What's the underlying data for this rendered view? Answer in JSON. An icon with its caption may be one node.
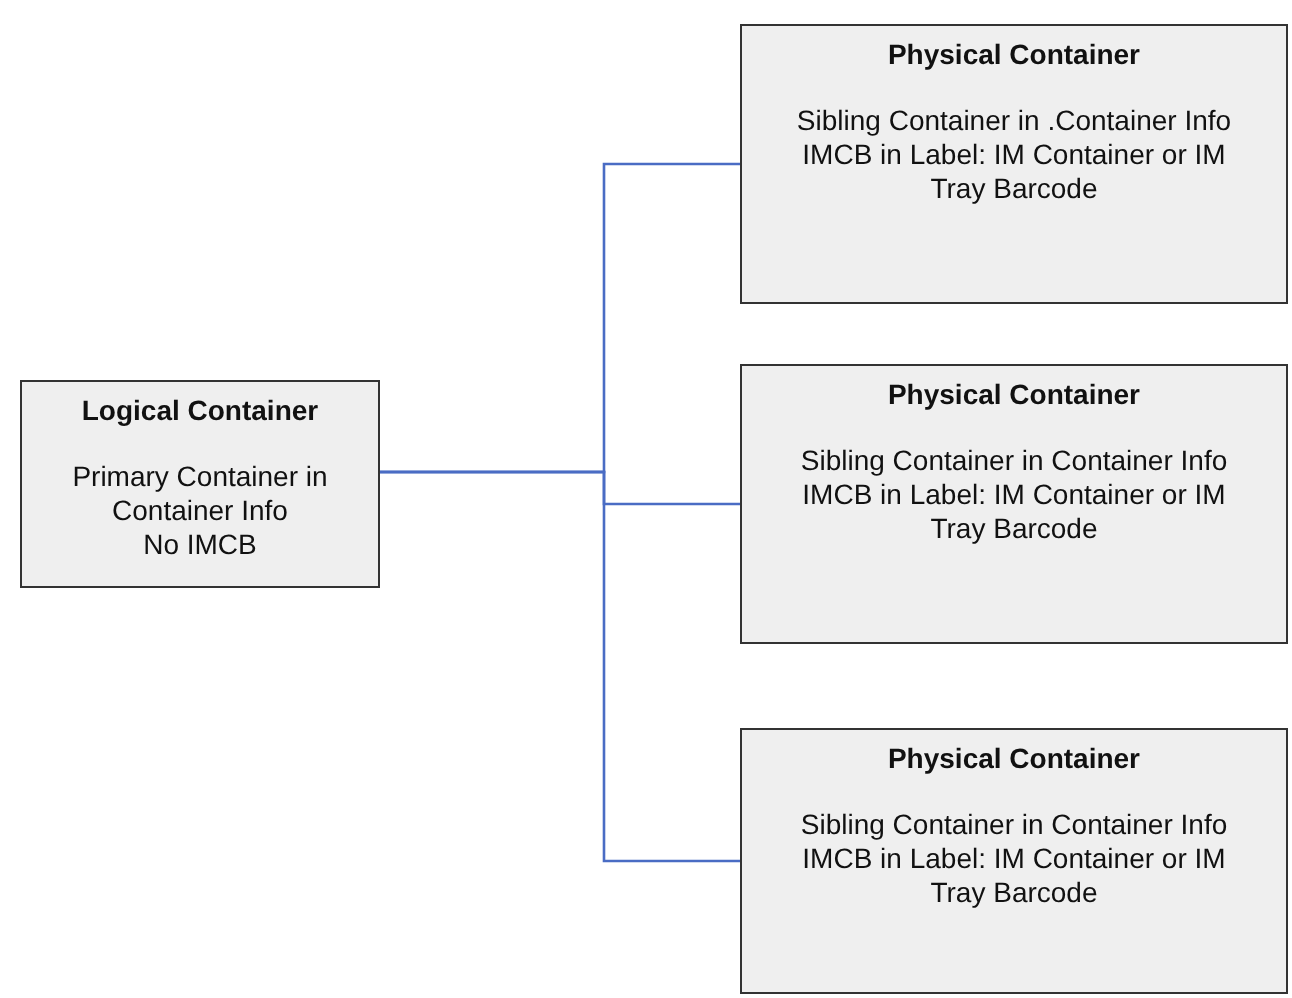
{
  "diagram": {
    "nodes": [
      {
        "text": [
          "Logical Container",
          "Primary Container in Container Info",
          "No IMCB"
        ]
      },
      {
        "text": [
          "Physical Container",
          "Sibling Container in .Container Info",
          "IMCB in Label: IM Container or IM",
          "Tray Barcode"
        ]
      },
      {
        "text": [
          "Physical Container",
          "Sibling Container in Container Info",
          "IMCB in Label: IM Container or IM",
          "Tray Barcode"
        ]
      },
      {
        "text": [
          "Physical Container",
          "Sibling Container in Container Info",
          "IMCB in Label: IM Container or IM",
          "Tray Barcode"
        ]
      }
    ],
    "edges": [
      {
        "from": 0,
        "to": 1,
        "arrow": "none"
      },
      {
        "from": 0,
        "to": 2,
        "arrow": "none"
      },
      {
        "from": 0,
        "to": 3,
        "arrow": "none"
      }
    ]
  }
}
